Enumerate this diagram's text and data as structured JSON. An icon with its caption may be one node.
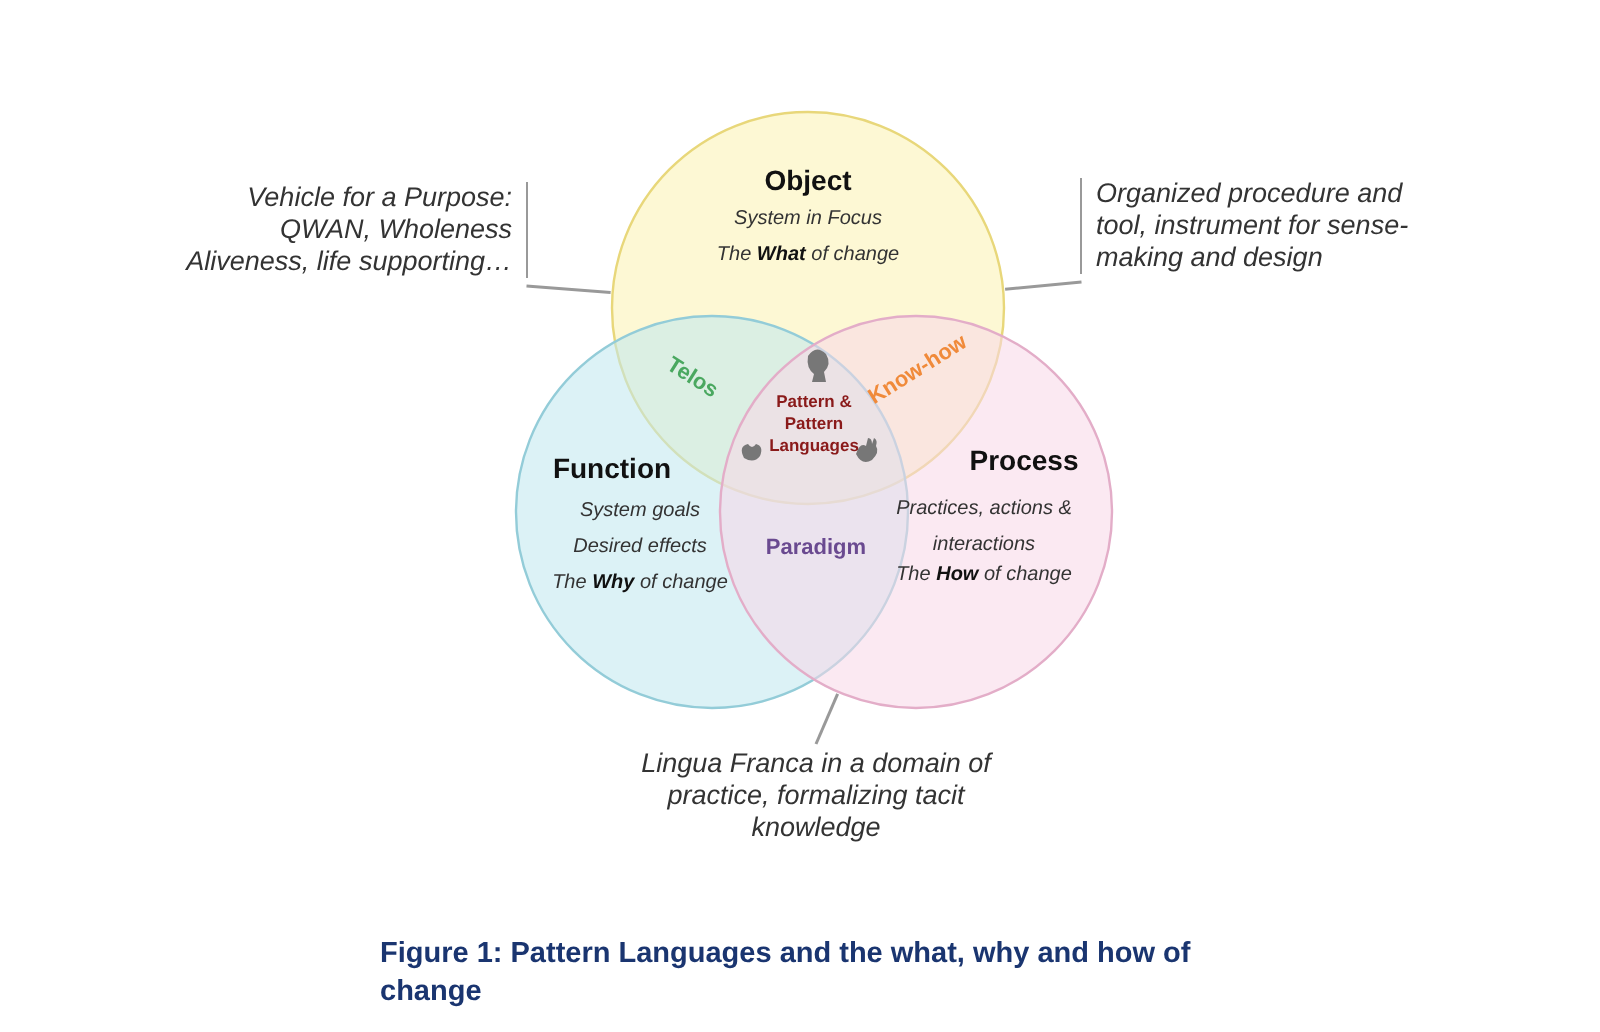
{
  "diagram": {
    "caption": "Figure 1: Pattern Languages and the what, why and how of change",
    "nodes": [
      {
        "text": [
          "Object",
          "System in Focus",
          "The **What** of change"
        ]
      },
      {
        "text": [
          "Function",
          "System goals",
          "Desired effects",
          "The **Why** of change"
        ]
      },
      {
        "text": [
          "Process",
          "Practices, actions & interactions",
          "The **How** of change"
        ]
      },
      {
        "text": [
          "Vehicle for a Purpose: QWAN, Wholeness Aliveness, life supporting…"
        ]
      },
      {
        "text": [
          "Organized procedure and tool, instrument for sense-making and design"
        ]
      },
      {
        "text": [
          "Lingua Franca in a domain of practice, formalizing tacit knowledge"
        ]
      }
    ],
    "edges": [
      {
        "from": 3,
        "to": 0,
        "arrow": "none"
      },
      {
        "from": 4,
        "to": 0,
        "arrow": "none"
      },
      {
        "from": 5,
        "to": 2,
        "arrow": "none"
      }
    ],
    "labels": [
      "Telos",
      "Know-how",
      "Pattern & Pattern Languages",
      "Paradigm"
    ]
  }
}
